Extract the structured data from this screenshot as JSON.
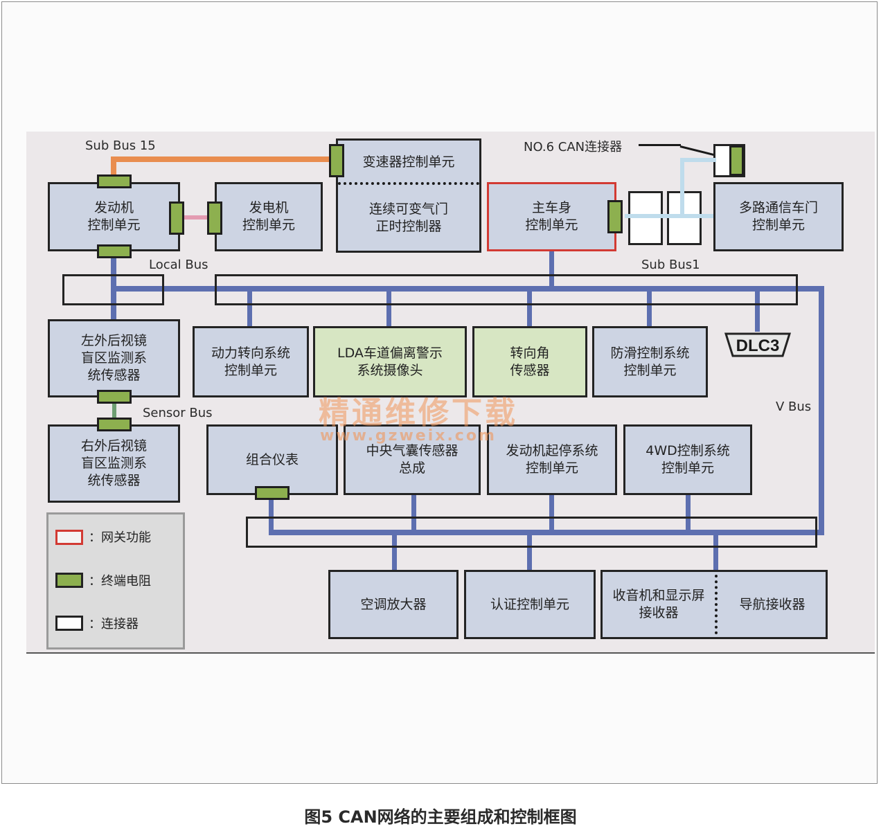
{
  "caption": "图5 CAN网络的主要组成和控制框图",
  "bus_labels": {
    "sub_bus_15": "Sub Bus 15",
    "local_bus": "Local Bus",
    "sub_bus_1": "Sub Bus1",
    "sensor_bus": "Sensor Bus",
    "v_bus": "V Bus",
    "no6_connector": "NO.6 CAN连接器"
  },
  "boxes": {
    "engine_ecu": "发动机\n控制单元",
    "generator_ecu": "发电机\n控制单元",
    "transmission_ecu": "变速器控制单元",
    "vvt_controller": "连续可变气门\n正时控制器",
    "main_body_ecu": "主车身\n控制单元",
    "multiplex_door_ecu": "多路通信车门\n控制单元",
    "left_mirror_sensor": "左外后视镜\n盲区监测系\n统传感器",
    "right_mirror_sensor": "右外后视镜\n盲区监测系\n统传感器",
    "power_steering_ecu": "动力转向系统\n控制单元",
    "lda_camera": "LDA车道偏离警示\n系统摄像头",
    "steering_angle_sensor": "转向角\n传感器",
    "antiskid_ecu": "防滑控制系统\n控制单元",
    "combination_meter": "组合仪表",
    "airbag_sensor": "中央气囊传感器\n总成",
    "start_stop_ecu": "发动机起停系统\n控制单元",
    "awd_ecu": "4WD控制系统\n控制单元",
    "ac_amplifier": "空调放大器",
    "auth_ecu": "认证控制单元",
    "radio_display_receiver": "收音机和显示屏\n接收器",
    "nav_receiver": "导航接收器"
  },
  "dlc_label": "DLC3",
  "legend": {
    "gateway": "：网关功能",
    "terminator": "：终端电阻",
    "connector": "：连接器"
  },
  "watermark": {
    "text": "精通维修下载",
    "url": "www.gzweix.com"
  },
  "colors": {
    "v_bus": "#5d6fb0",
    "sub_bus_15": "#e98d4f",
    "sub_bus_1": "#bfdcec",
    "gateway_border": "#d23a33",
    "terminator": "#8db04f",
    "ecu_fill": "#cdd4e3",
    "camera_fill": "#d7e6c3"
  }
}
